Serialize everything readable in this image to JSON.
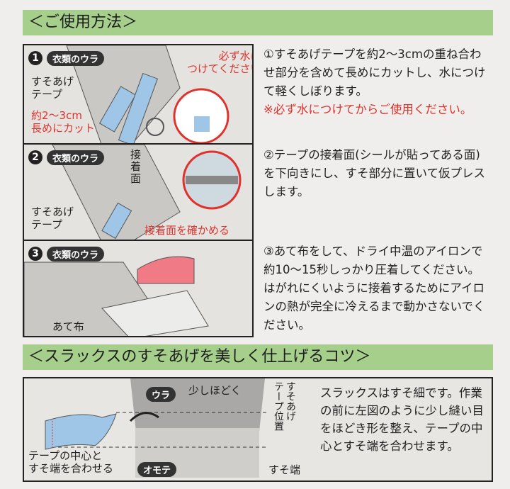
{
  "section1": {
    "title": "＜ご使用方法＞",
    "steps": [
      {
        "num": "1",
        "tag": "衣類のウラ",
        "tape_label": "すそあげ\nテープ",
        "cut_note": "約2～3cm\n長めにカット",
        "water_note": "必ず水に\nつけてください"
      },
      {
        "num": "2",
        "tag": "衣類のウラ",
        "adhesive_label": "接\n着\n面",
        "tape_label": "すそあげ\nテープ",
        "check_note": "接着面を確かめる"
      },
      {
        "num": "3",
        "tag": "衣類のウラ",
        "cloth_label": "あて布"
      }
    ],
    "instructions": [
      {
        "text": "①すそあげテープを約2～3cmの重ね合わせ部分を含めて長めにカットし、水につけて軽くしぼります。",
        "warning": "※必ず水につけてからご使用ください。"
      },
      {
        "text": "②テープの接着面(シールが貼ってある面)を下向きにし、すそ部分に置いて仮プレスします。"
      },
      {
        "text": "③あて布をして、ドライ中温のアイロンで約10～15秒しっかり圧着してください。はがれにくいように接着するためにアイロンの熱が完全に冷えるまで動かさないでください。"
      }
    ]
  },
  "section2": {
    "title": "＜スラックスのすそあげを美しく仕上げるコツ＞",
    "ura": "ウラ",
    "omote": "オモテ",
    "loosen": "少しほどく",
    "tape_pos": "すそあげ\nテープ位置",
    "hem": "すそ端",
    "align_note": "テープの中心と\nすそ端を合わせる",
    "text": "スラックスはすそ細です。作業の前に左図のように少し縫い目をほどき形を整え、テープの中心とすそ端を合わせます。"
  },
  "colors": {
    "header_green": "#a5cf8b",
    "accent_red": "#e0322c",
    "tape_blue": "#9fc6e6"
  }
}
